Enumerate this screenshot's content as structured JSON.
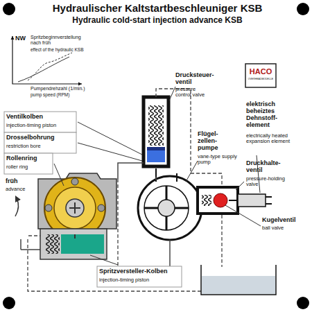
{
  "diagram": {
    "title": "Hydraulischer Kaltstartbeschleuniger KSB",
    "labels": [
      "Hydraulic cold-start injection advance KSB",
      "NW",
      "Spritzbeginnverstellung nach früh",
      "effect of the hydraulic KSB",
      "Pumpendrehzahl (1/min.)",
      "pump speed (RPM)",
      "HACO",
      "OVERHEADMODELLE",
      "Drucksteuer-ventil",
      "pressure control valve",
      "Ventilkolben",
      "injection-timing piston",
      "Drosselbohrung",
      "restriction bore",
      "Rollenring",
      "roller ring",
      "früh",
      "advance",
      "Flügel-zellen-pumpe",
      "vane-type supply pump",
      "elektrisch beheiztes Dehnstoff-element",
      "electrically heated expansion element",
      "Druckhalte-ventil",
      "pressure-holding valve",
      "Kugelventil",
      "ball valve",
      "Spritzversteller-Kolben",
      "injection-timing piston"
    ]
  }
}
